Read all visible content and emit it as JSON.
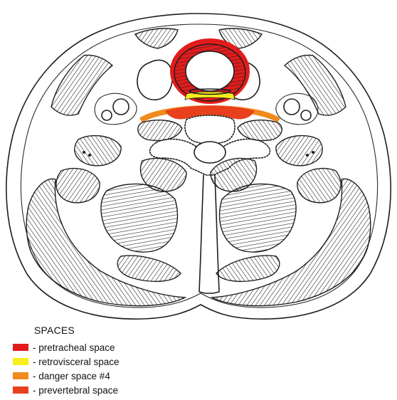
{
  "legend": {
    "title": "SPACES",
    "items": [
      {
        "label": "- pretracheal space",
        "color": "#e31b1b"
      },
      {
        "label": "- retrovisceral space",
        "color": "#f7ee1c"
      },
      {
        "label": "- danger space #4",
        "color": "#f08a1c"
      },
      {
        "label": "- prevertebral space",
        "color": "#e8401c"
      }
    ]
  },
  "colors": {
    "pretracheal": "#e31b1b",
    "retrovisceral": "#f7ee1c",
    "danger": "#f08a1c",
    "prevertebral": "#e8401c",
    "ink": "#1e1e1e"
  }
}
